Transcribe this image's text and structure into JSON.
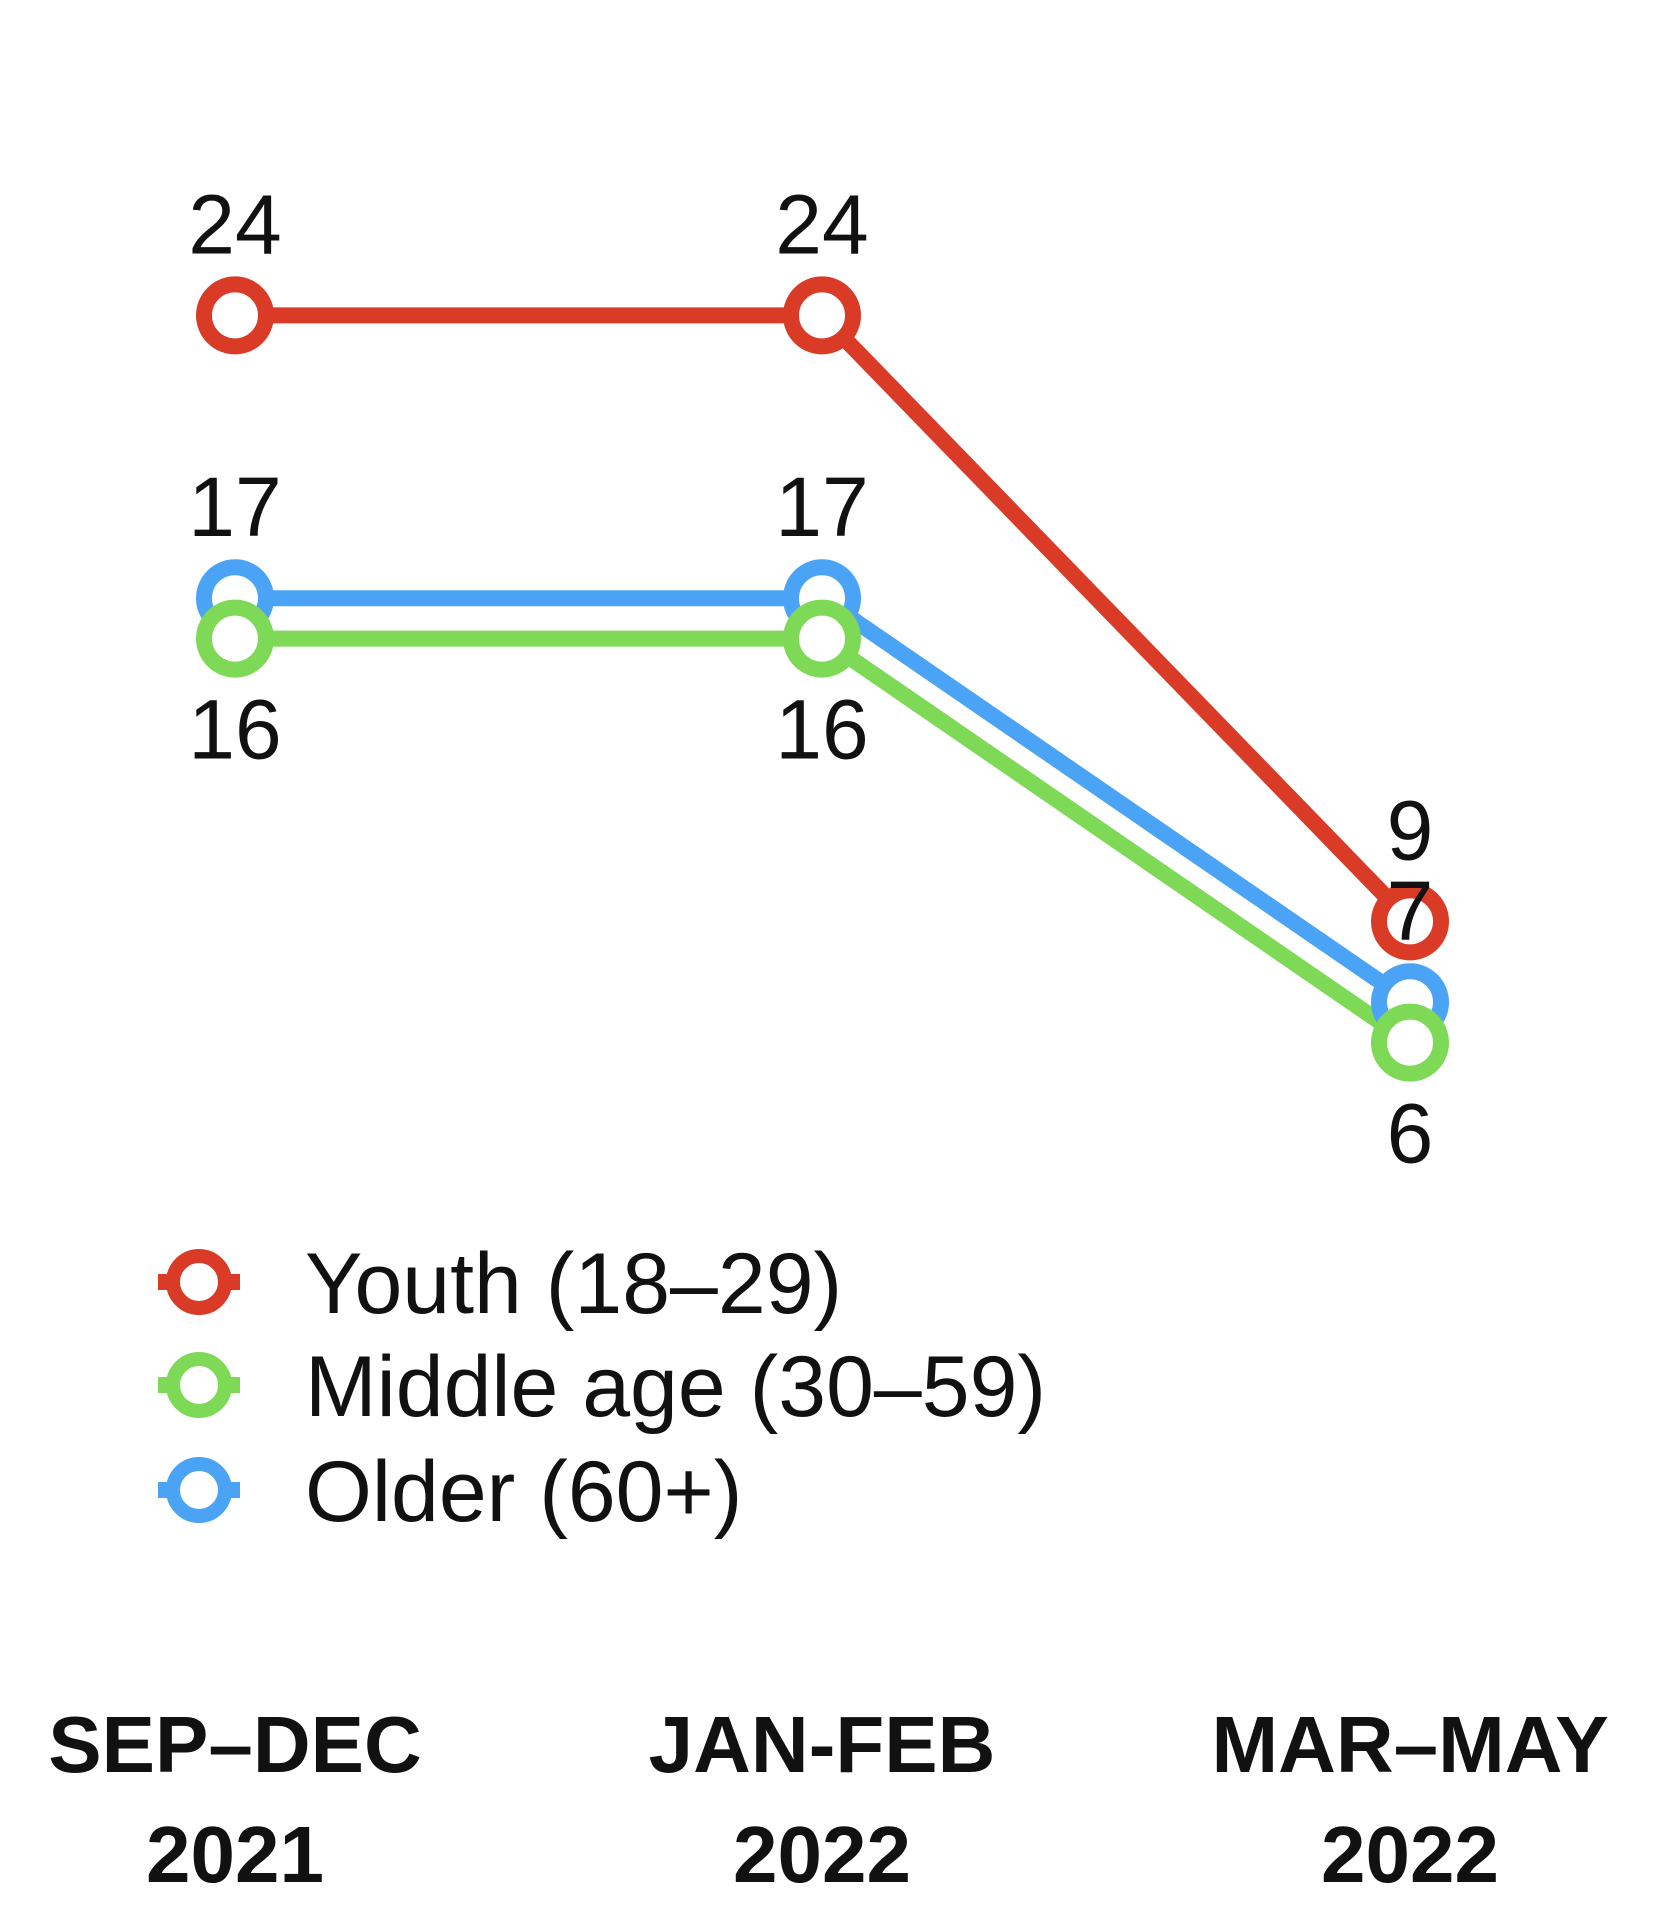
{
  "chart_data": {
    "type": "line",
    "categories": [
      {
        "line1": "SEP–DEC",
        "line2": "2021"
      },
      {
        "line1": "JAN-FEB",
        "line2": "2022"
      },
      {
        "line1": "MAR–MAY",
        "line2": "2022"
      }
    ],
    "series": [
      {
        "name": "Youth (18–29)",
        "color": "#d93b27",
        "values": [
          24,
          24,
          9
        ],
        "labels": [
          "24",
          "24",
          "9"
        ],
        "label_position": "above"
      },
      {
        "name": "Middle age (30–59)",
        "color": "#7ed957",
        "values": [
          16,
          16,
          6
        ],
        "labels": [
          "16",
          "16",
          "6"
        ],
        "label_position": "below"
      },
      {
        "name": "Older (60+)",
        "color": "#4aa3f5",
        "values": [
          17,
          17,
          7
        ],
        "labels": [
          "17",
          "17",
          "7"
        ],
        "label_position": "above"
      }
    ],
    "ylim": [
      0,
      30
    ],
    "grid": false,
    "legend": "bottom-left",
    "xlabel": "",
    "ylabel": ""
  }
}
